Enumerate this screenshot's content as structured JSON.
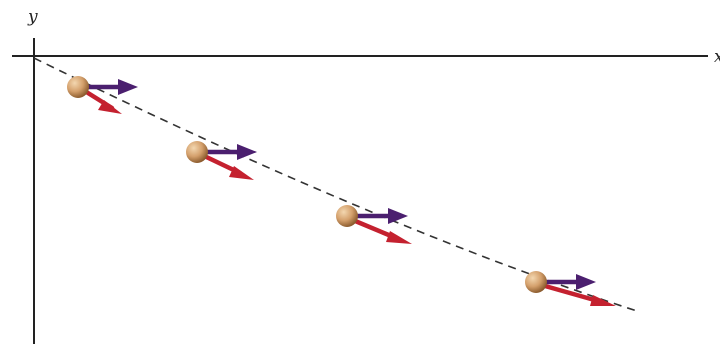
{
  "diagram": {
    "axes": {
      "y_label": "y",
      "x_label": "x"
    },
    "ball_count": 4,
    "arrows": {
      "horizontal_velocity": "purple",
      "total_velocity": "red"
    },
    "path_style": "dashed"
  },
  "colors": {
    "axis": "#222222",
    "path": "#333333",
    "horizontal_arrow": "#4b1f6f",
    "velocity_arrow": "#c4212f",
    "ball_light": "#f3d7b0",
    "ball_mid": "#d4a06c",
    "ball_dark": "#8a5a2c"
  }
}
